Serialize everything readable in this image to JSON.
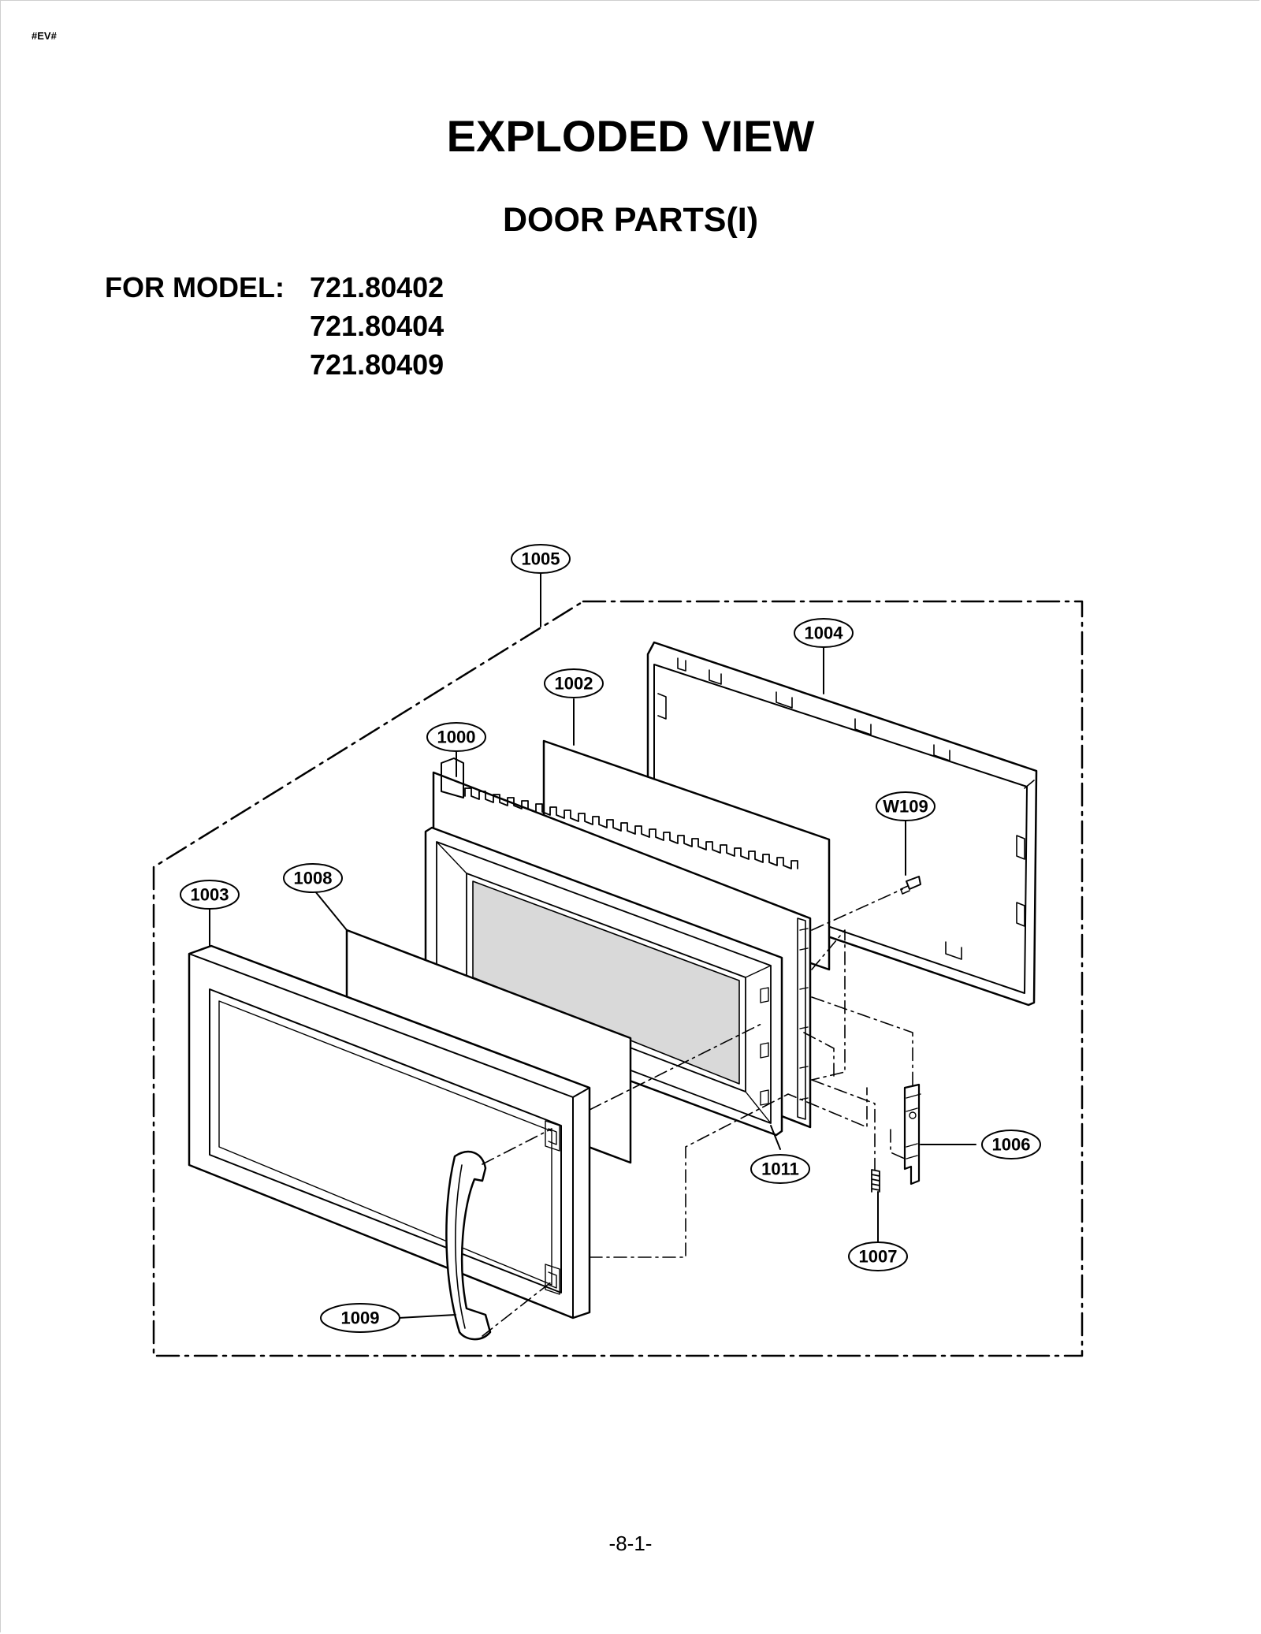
{
  "header": {
    "tag": "#EV#",
    "title": "EXPLODED VIEW",
    "subtitle": "DOOR PARTS(I)",
    "model_label": "FOR MODEL:",
    "models": [
      "721.80402",
      "721.80404",
      "721.80409"
    ]
  },
  "callouts": {
    "c1005": "1005",
    "c1004": "1004",
    "c1002": "1002",
    "c1000": "1000",
    "cW109": "W109",
    "c1008": "1008",
    "c1003": "1003",
    "c1006": "1006",
    "c1011": "1011",
    "c1007": "1007",
    "c1009": "1009"
  },
  "footer": {
    "page_number": "-8-1-"
  }
}
